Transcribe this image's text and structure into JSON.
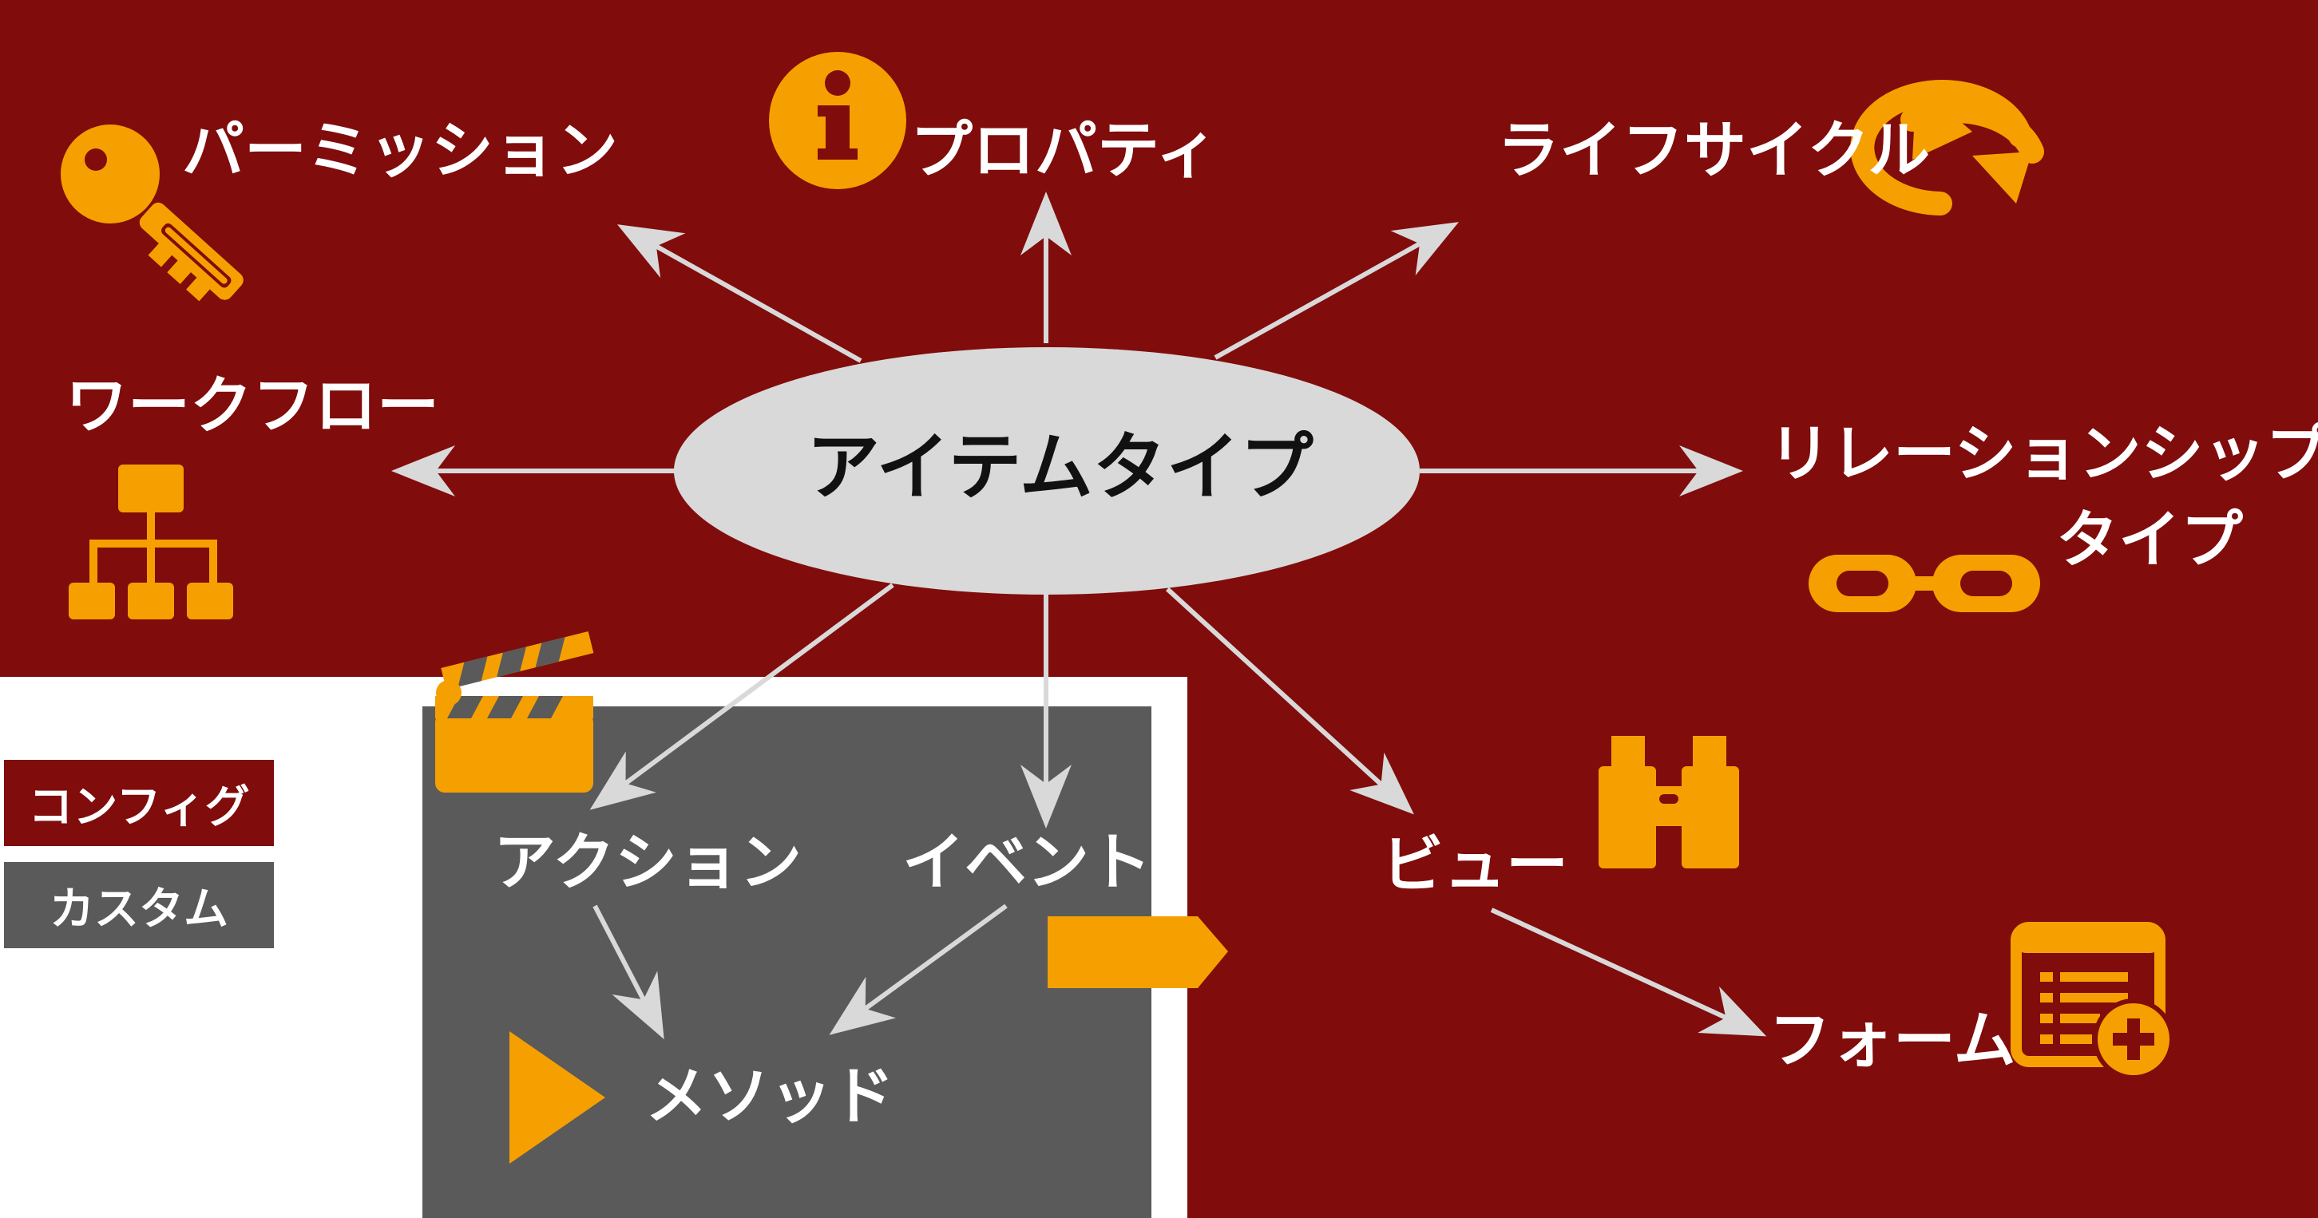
{
  "center": {
    "label": "アイテムタイプ"
  },
  "nodes": {
    "permission": "パーミッション",
    "property": "プロパティ",
    "lifecycle": "ライフサイクル",
    "workflow": "ワークフロー",
    "relationship_line1": "リレーションシップ",
    "relationship_line2": "タイプ",
    "action": "アクション",
    "event": "イベント",
    "method": "メソッド",
    "view": "ビュー",
    "form": "フォーム"
  },
  "legend": {
    "config": "コンフィグ",
    "custom": "カスタム"
  },
  "colors": {
    "config_bg": "#800c0c",
    "custom_bg": "#5a5a5a",
    "accent": "#f5a000",
    "ellipse": "#d9d9d9",
    "arrow": "#d9d9d9"
  },
  "icons": {
    "permission": "key-icon",
    "property": "info-icon",
    "lifecycle": "cycle-arrows-icon",
    "workflow": "org-chart-icon",
    "relationship": "chain-link-icon",
    "action": "clapperboard-icon",
    "event": "tag-flag-icon",
    "method": "play-icon",
    "view": "binoculars-icon",
    "form": "form-add-icon"
  }
}
